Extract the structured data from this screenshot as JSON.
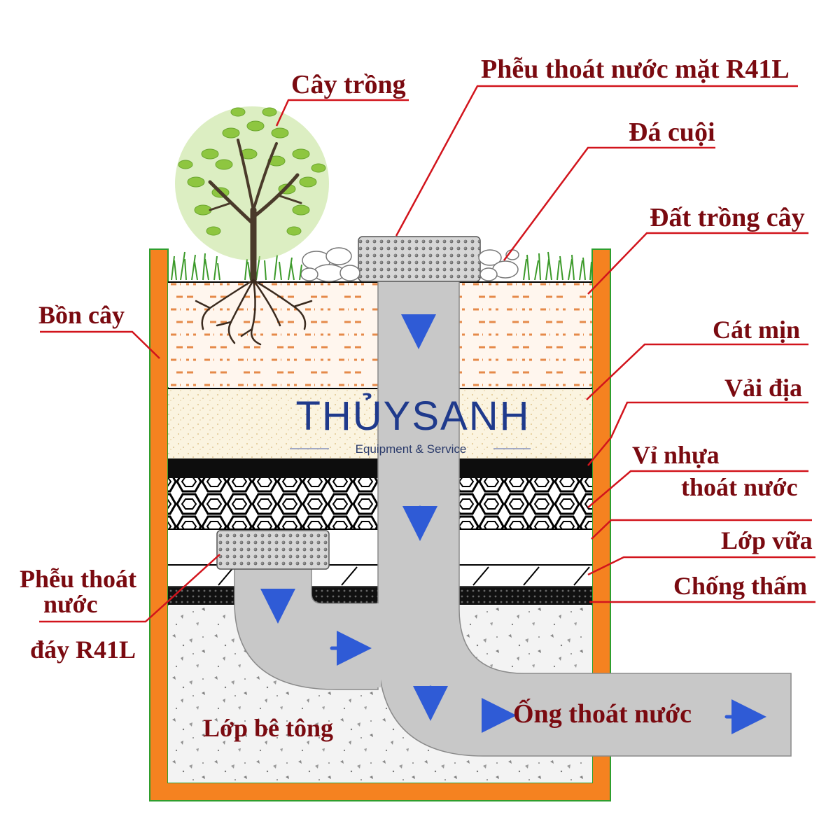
{
  "labels": {
    "cay_trong": "Cây trồng",
    "pheu_mat": "Phễu thoát nước mặt R41L",
    "da_cuoi": "Đá cuội",
    "dat_trong": "Đất trồng cây",
    "bon_cay": "Bồn cây",
    "cat_min": "Cát mịn",
    "vai_dia": "Vải địa",
    "vi_nhua_1": "Vỉ nhựa",
    "vi_nhua_2": "thoát nước",
    "lop_vua": "Lớp vữa",
    "chong_tham": "Chống thấm",
    "pheu_day_1": "Phễu thoát",
    "pheu_day_2": "nước",
    "pheu_day_3": "đáy R41L",
    "lop_be_tong": "Lớp bê tông",
    "ong_thoat": "Ống thoát nước"
  },
  "logo": {
    "name": "THỦYSANH",
    "tagline": "Equipment & Service"
  },
  "colors": {
    "label": "#7a0a10",
    "leader": "#d2141c",
    "planter": "#f58220",
    "planter_outline": "#2e9e2e",
    "pipe": "#c8c8c8",
    "arrow": "#2f5bd6",
    "logo": "#1f3a8c"
  },
  "icons": [
    "tree-icon",
    "grass-icon",
    "pebble-icon",
    "drain-funnel-icon",
    "flow-arrow-icon"
  ]
}
